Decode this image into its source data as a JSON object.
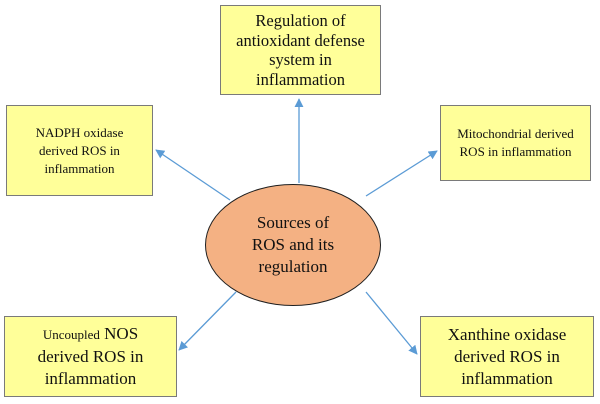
{
  "center": {
    "line1": "Sources of",
    "line2": "ROS and its",
    "line3": "regulation"
  },
  "top_box": {
    "line1": "Regulation of",
    "line2": "antioxidant defense",
    "line3": "system in",
    "line4": "inflammation"
  },
  "left_box": {
    "line1": "NADPH oxidase",
    "line2": "derived ROS in",
    "line3": "inflammation"
  },
  "right_box": {
    "line1": "Mitochondrial derived",
    "line2": "ROS in inflammation"
  },
  "bottom_left_box": {
    "prefix": "Uncoupled",
    "word": "NOS",
    "line2": "derived ROS in",
    "line3": "inflammation"
  },
  "bottom_right_box": {
    "line1": "Xanthine oxidase",
    "line2": "derived ROS in",
    "line3": "inflammation"
  },
  "colors": {
    "box_fill": "#ffff99",
    "ellipse_fill": "#f4b183",
    "arrow": "#5b9bd5"
  }
}
